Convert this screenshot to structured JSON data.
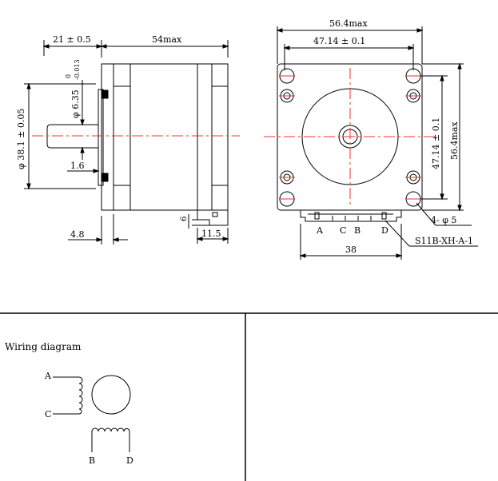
{
  "side_view": {
    "dim_flange_length": "21 ± 0.5",
    "dim_body_length": "54max",
    "dim_shaft_diameter": "φ 6.35",
    "dim_shaft_tol_upper": "0",
    "dim_shaft_tol_lower": "-0.013",
    "dim_boss_diameter": "φ 38.1 ± 0.05",
    "dim_flat": "1.6",
    "dim_flange_thickness": "4.8",
    "dim_connector_height": "6",
    "dim_connector_offset": "11.5"
  },
  "front_view": {
    "dim_width": "56.4max",
    "dim_hole_spacing_h": "47.14 ± 0.1",
    "dim_hole_spacing_v": "47.14 ± 0.1",
    "dim_height": "56.4max",
    "hole_callout": "4- φ 5",
    "connector_part": "S11B-XH-A-1",
    "connector_width": "38",
    "pins": [
      "A",
      "C",
      "B",
      "D"
    ]
  },
  "wiring": {
    "title": "Wiring diagram",
    "lead_a": "A",
    "lead_c": "C",
    "lead_b": "B",
    "lead_d": "D"
  }
}
